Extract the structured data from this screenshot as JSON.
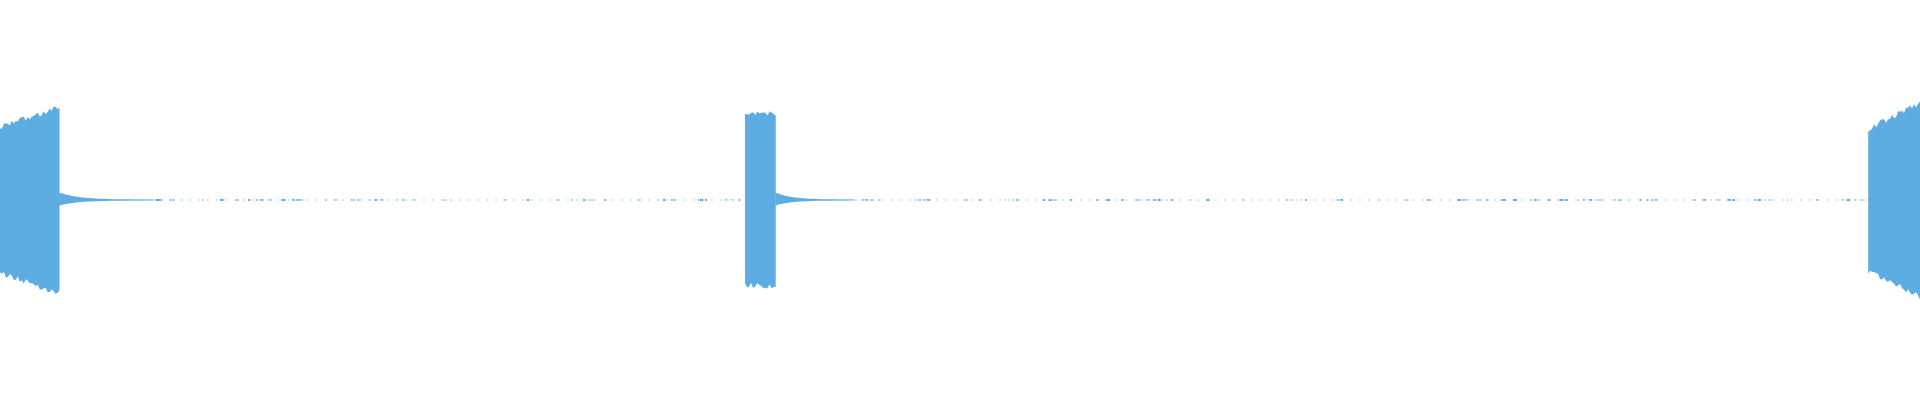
{
  "waveform": {
    "color": "#5dade2",
    "background": "#ffffff",
    "segments": [
      {
        "kind": "burst",
        "start": 0.0,
        "end": 0.031,
        "amp_start": 0.76,
        "amp_end": 0.96
      },
      {
        "kind": "decay",
        "start": 0.031,
        "end": 0.08
      },
      {
        "kind": "silence",
        "start": 0.08,
        "end": 0.385
      },
      {
        "kind": "burst",
        "start": 0.388,
        "end": 0.404,
        "amp_start": 0.88,
        "amp_end": 0.9
      },
      {
        "kind": "decay",
        "start": 0.404,
        "end": 0.445
      },
      {
        "kind": "silence",
        "start": 0.445,
        "end": 0.972
      },
      {
        "kind": "burst",
        "start": 0.973,
        "end": 1.0,
        "amp_start": 0.74,
        "amp_end": 1.0
      }
    ]
  }
}
